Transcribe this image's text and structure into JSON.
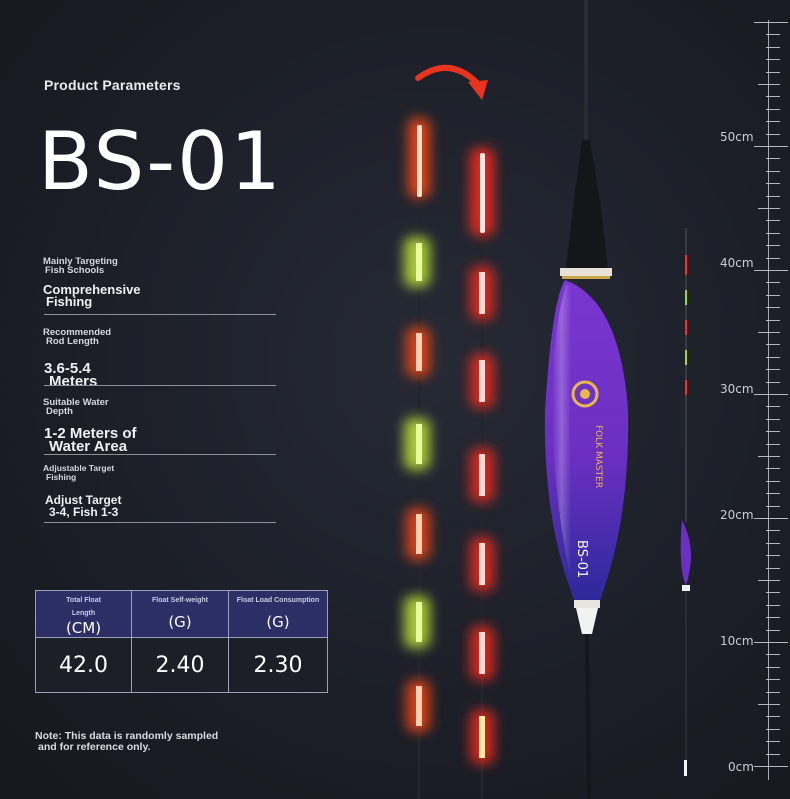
{
  "params": {
    "title": "Product Parameters",
    "model": "BS-01",
    "specs": [
      {
        "label1": "Mainly Targeting",
        "label2": "Fish Schools",
        "value1": "Comprehensive",
        "value2": "Fishing"
      },
      {
        "label1": "Recommended",
        "label2": "Rod Length",
        "value1": "3.6-5.4",
        "value2": "Meters"
      },
      {
        "label1": "Suitable Water",
        "label2": "Depth",
        "value1": "1-2 Meters of",
        "value2": "Water Area"
      },
      {
        "label1": "Adjustable Target",
        "label2": "Fishing",
        "value1": "Adjust Target",
        "value2": "3-4, Fish 1-3"
      }
    ]
  },
  "table": {
    "headers": [
      {
        "title1": "Total Float",
        "title2": "Length",
        "unit": "(CM)"
      },
      {
        "title1": "Float Self-weight",
        "title2": "",
        "unit": "(G)"
      },
      {
        "title1": "Float Load Consumption",
        "title2": "",
        "unit": "(G)"
      }
    ],
    "values": [
      "42.0",
      "2.40",
      "2.30"
    ]
  },
  "note": {
    "line1": "Note: This data is randomly sampled",
    "line2": "and for reference only."
  },
  "float_body": {
    "brand": "FOLK MASTER",
    "model": "BS-01",
    "body_color": "#6b2fc2",
    "body_color_bottom": "#2c2a9a"
  },
  "ruler": {
    "labels": [
      "50cm",
      "40cm",
      "30cm",
      "20cm",
      "10cm",
      "0cm"
    ]
  },
  "colors": {
    "red_light": "#ff2a1a",
    "orange_light": "#ff5a1a",
    "green_light": "#c8f03a",
    "arrow": "#e8331e"
  }
}
